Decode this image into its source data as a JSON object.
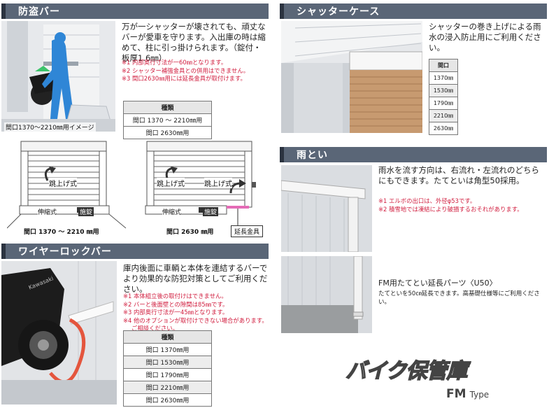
{
  "anti_theft": {
    "title": "防盗バー",
    "text": "万が一シャッターが壊されても、頑丈なバーが愛車を守ります。入出庫の時は縮めて、柱に引っ掛けられます。（錠付・板厚1.6㎜）",
    "notes": [
      "※1 内部奥行寸法が一60㎜となります。",
      "※2 シャッター補強金具との併用はできません。",
      "※3 間口2630㎜用には延長金具が取付けます。"
    ],
    "photo_caption": "間口1370〜2210㎜用イメージ",
    "table_header": "種類",
    "table_rows": [
      "間口 1370 ～ 2210㎜用",
      "間口 2630㎜用"
    ],
    "diagram_left": {
      "label_jump": "跳上げ式",
      "label_extend": "伸縮式",
      "label_lock": "施錠",
      "caption": "間口 1370 ～ 2210 ㎜用"
    },
    "diagram_right": {
      "label_jump1": "跳上げ式",
      "label_jump2": "跳上げ式",
      "label_extend": "伸縮式",
      "label_lock": "施錠",
      "caption": "間口 2630 ㎜用",
      "callout": "延長金具"
    }
  },
  "wire_lock": {
    "title": "ワイヤーロックバー",
    "text": "庫内後面に車輌と本体を連結するバーでより効果的な防犯対策としてご利用ください。",
    "notes": [
      "※1 本体組立後の取付けはできません。",
      "※2 バーと後面壁との隙間は85㎜です。",
      "※3 内部奥行寸法が一45㎜となります。",
      "※4 他のオプションが取付けできない場合があります。",
      "ご相談ください。"
    ],
    "table_header": "種類",
    "table_rows": [
      "間口 1370㎜用",
      "間口 1530㎜用",
      "間口 1790㎜用",
      "間口 2210㎜用",
      "間口 2630㎜用"
    ],
    "bike_brand": "Kawasaki"
  },
  "shutter_case": {
    "title": "シャッターケース",
    "text": "シャッターの巻き上げによる雨水の浸入防止用にご利用ください。",
    "table_header": "間口",
    "table_rows": [
      "1370㎜",
      "1530㎜",
      "1790㎜",
      "2210㎜",
      "2630㎜"
    ]
  },
  "gutter": {
    "title": "雨とい",
    "text": "雨水を流す方向は、右流れ・左流れのどちらにもできます。たてといは角型50採用。",
    "notes": [
      "※1 エルボの出口は、外径φ53です。",
      "※2 積雪地では凍結により破損するおそれがあります。"
    ],
    "ext_title": "FM用たてとい延長パーツ〈U50〉",
    "ext_text": "たてといを50㎝延長できます。高基礎仕様等にご利用ください。"
  },
  "footer": {
    "product": "バイク保管庫",
    "type_main": "FM",
    "type_sub": "Type"
  }
}
